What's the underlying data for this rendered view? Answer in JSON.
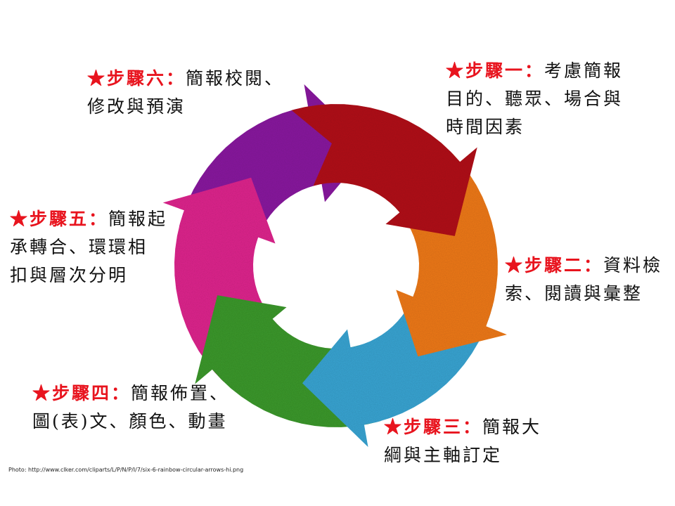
{
  "steps": [
    {
      "id": "1",
      "head": "★步驟一：",
      "lines": [
        "考慮簡報",
        "目的、聽眾、場合與",
        "時間因素"
      ],
      "color": "#f07a1a"
    },
    {
      "id": "2",
      "head": "★步驟二：",
      "lines": [
        "資料檢",
        "索、閱讀與彙整"
      ],
      "color": "#3aa6d4"
    },
    {
      "id": "3",
      "head": "★步驟三：",
      "lines": [
        "簡報大",
        "綱與主軸訂定"
      ],
      "color": "#3d9a2d"
    },
    {
      "id": "4",
      "head": "★步驟四：",
      "lines": [
        "簡報佈置、",
        "圖(表)文、顏色、動畫"
      ],
      "color": "#e0268f"
    },
    {
      "id": "5",
      "head": "★步驟五：",
      "lines": [
        "簡報起",
        "承轉合、環環相",
        "扣與層次分明"
      ],
      "color": "#8a1fa0"
    },
    {
      "id": "6",
      "head": "★步驟六：",
      "lines": [
        "簡報校閱、",
        "修改與預演"
      ],
      "color": "#b3161c"
    }
  ],
  "credit": "Photo: http://www.clker.com/cliparts/L/P/N/P/I/7/six-6-rainbow-circular-arrows-hi.png"
}
